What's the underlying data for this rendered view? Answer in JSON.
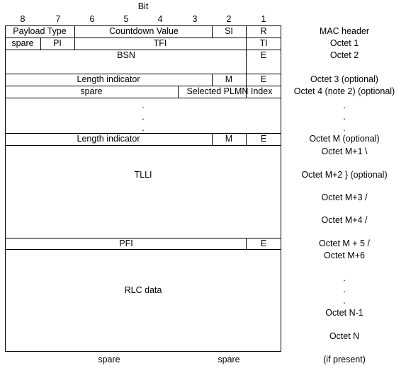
{
  "header": {
    "bit_label": "Bit",
    "bit_numbers": [
      "8",
      "7",
      "6",
      "5",
      "4",
      "3",
      "2",
      "1"
    ]
  },
  "fields": {
    "payload_type": "Payload Type",
    "countdown_value": "Countdown Value",
    "si": "SI",
    "r": "R",
    "spare_o1": "spare",
    "pi": "PI",
    "tfi": "TFI",
    "ti": "TI",
    "bsn": "BSN",
    "e_o2": "E",
    "length_indicator_o3": "Length indicator",
    "m_o3": "M",
    "e_o3": "E",
    "spare_o4": "spare",
    "selected_plmn_index": "Selected PLMN Index",
    "ellipsis_dots": ".",
    "length_indicator_om": "Length indicator",
    "m_om": "M",
    "e_om": "E",
    "tlli": "TLLI",
    "pfi": "PFI",
    "e_pfi": "E",
    "rlc_data": "RLC data",
    "spare_bottom_left": "spare",
    "spare_bottom_right": "spare"
  },
  "octet_labels": {
    "mac_header": "MAC header",
    "octet1": "Octet 1",
    "octet2": "Octet 2",
    "octet3": "Octet 3 (optional)",
    "octet4": "Octet 4 (note 2)  (optional)",
    "dot": ".",
    "octetM": "Octet M (optional)",
    "octetM1": "Octet M+1 \\",
    "octetM2": "Octet M+2 } (optional)",
    "octetM3": "Octet M+3 /",
    "octetM4": "Octet M+4 /",
    "octetM5": "Octet M + 5 /",
    "octetM6": "Octet M+6",
    "octetN1": "Octet N-1",
    "octetN": "Octet N",
    "if_present": "(if present)"
  }
}
